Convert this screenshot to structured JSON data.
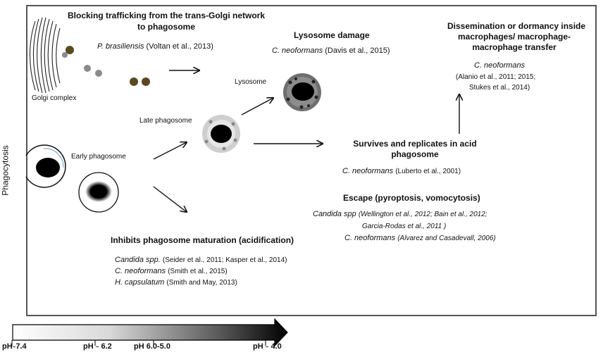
{
  "left_label": "Phagocytosis",
  "golgi": {
    "title_line1": "Blocking trafficking from the trans-Golgi network",
    "title_line2": "to phagosome",
    "species": "P. brasiliensis",
    "citation": "(Voltan et al., 2013)",
    "label": "Golgi complex"
  },
  "early_phagosome": "Early phagosome",
  "late_phagosome": "Late phagosome",
  "lysosome": "Lysosome",
  "lysosome_damage": {
    "title": "Lysosome damage",
    "species": "C. neoformans",
    "citation": "(Davis et al., 2015)"
  },
  "dissemination": {
    "title_line1": "Dissemination or dormancy  inside",
    "title_line2": "macrophages/ macrophage-",
    "title_line3": "macrophage transfer",
    "species": "C. neoformans",
    "citation_line1": "(Alanio et al., 2011; 2015;",
    "citation_line2": "Stukes et al., 2014)"
  },
  "survives": {
    "title_line1": "Survives and replicates  in acid",
    "title_line2": "phagosome",
    "species": "C. neoformans",
    "citation": "(Luberto et al., 2001)"
  },
  "escape": {
    "title": "Escape (pyroptosis, vomocytosis)",
    "species1": "Candida spp",
    "citation1_line1": "(Wellington et al., 2012; Bain et al., 2012;",
    "citation1_line2": "Garcia-Rodas et al., 2011 )",
    "species2": "C. neoformans",
    "citation2": "(Alvarez and Casadevall, 2006)"
  },
  "inhibits": {
    "title": "Inhibits phagosome maturation (acidification)",
    "rows": [
      {
        "species": "Candida spp.",
        "citation": "(Seider et al., 2011; Kasper et al., 2014)"
      },
      {
        "species": "C. neoformans",
        "citation": "(Smith et al., 2015)"
      },
      {
        "species": "H. capsulatum",
        "citation": "(Smith and May, 2013)"
      }
    ]
  },
  "ph_scale": {
    "ph1_prefix": "pH",
    "ph1_tilde": "~",
    "ph1_value": "7.4",
    "ph2_prefix": "pH",
    "ph2_tilde": "~",
    "ph2_value": " 6.2",
    "ph3": "pH 6.0-5.0",
    "ph4_prefix": "pH",
    "ph4_tilde": "~",
    "ph4_value": " 4.0"
  },
  "colors": {
    "frame": "#555555",
    "golgi_stroke": "#222222",
    "olive_vesicle": "#5a4a22",
    "grey_vesicle": "#8a8a8a",
    "lysosome_ring": "#6f6f6f",
    "late_phagosome_ring": "#c8c8c8"
  }
}
